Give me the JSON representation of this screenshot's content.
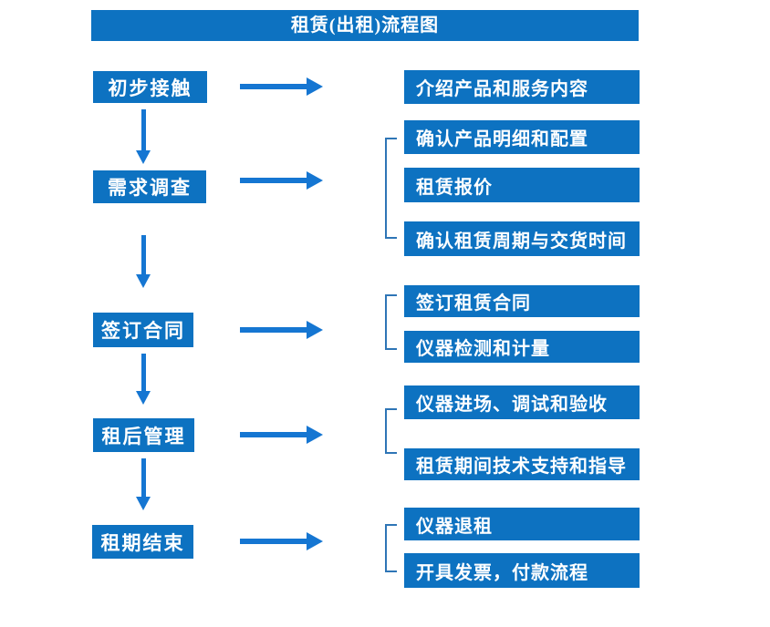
{
  "title": "租赁(出租)流程图",
  "colors": {
    "box_blue": "#0d72c1",
    "arrow_blue": "#1576d2",
    "bracket_blue": "#2e75b6",
    "text_white": "#ffffff"
  },
  "stages": [
    {
      "label": "初步接触",
      "details": [
        "介绍产品和服务内容"
      ]
    },
    {
      "label": "需求调查",
      "details": [
        "确认产品明细和配置",
        "租赁报价",
        "确认租赁周期与交货时间"
      ]
    },
    {
      "label": "签订合同",
      "details": [
        "签订租赁合同",
        "仪器检测和计量"
      ]
    },
    {
      "label": "租后管理",
      "details": [
        "仪器进场、调试和验收",
        "租赁期间技术支持和指导"
      ]
    },
    {
      "label": "租期结束",
      "details": [
        "仪器退租",
        "开具发票，付款流程"
      ]
    }
  ]
}
